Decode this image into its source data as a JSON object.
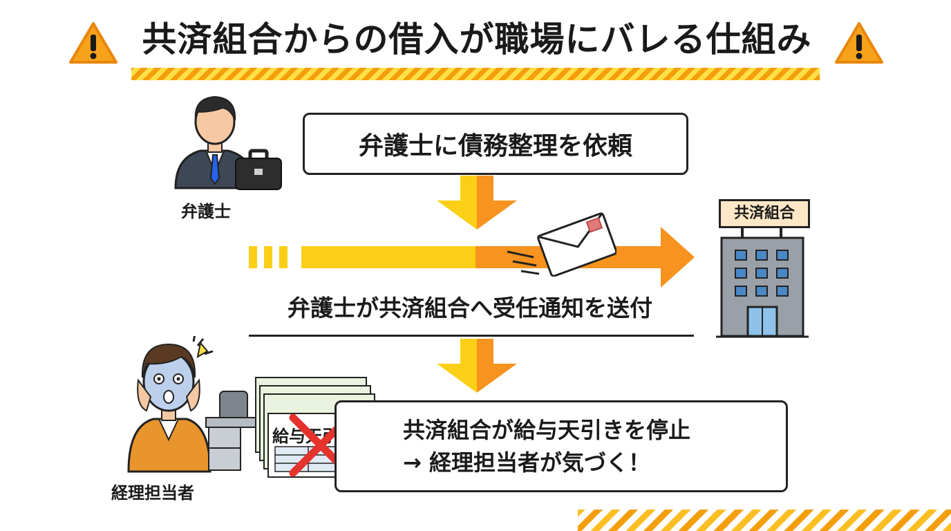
{
  "title": "共済組合からの借入が職場にバレる仕組み",
  "step1": "弁護士に債務整理を依頼",
  "step2": "弁護士が共済組合へ受任通知を送付",
  "step3": {
    "line1": "共済組合が給与天引きを停止",
    "line2": "→ 経理担当者が気づく！"
  },
  "lawyer_label": "弁護士",
  "accountant_label": "経理担当者",
  "building_sign": "共済組合",
  "payslip_label": "給与天引き",
  "icons": [
    "warning-icon",
    "lawyer-icon",
    "briefcase-icon",
    "envelope-icon",
    "building-icon",
    "shocked-person-icon",
    "desk-icon",
    "payslip-icon",
    "cross-icon",
    "down-arrow-icon",
    "right-arrow-icon"
  ],
  "colors": {
    "yellow": "#fbcf16",
    "orange": "#f7931e",
    "dark": "#222222"
  }
}
